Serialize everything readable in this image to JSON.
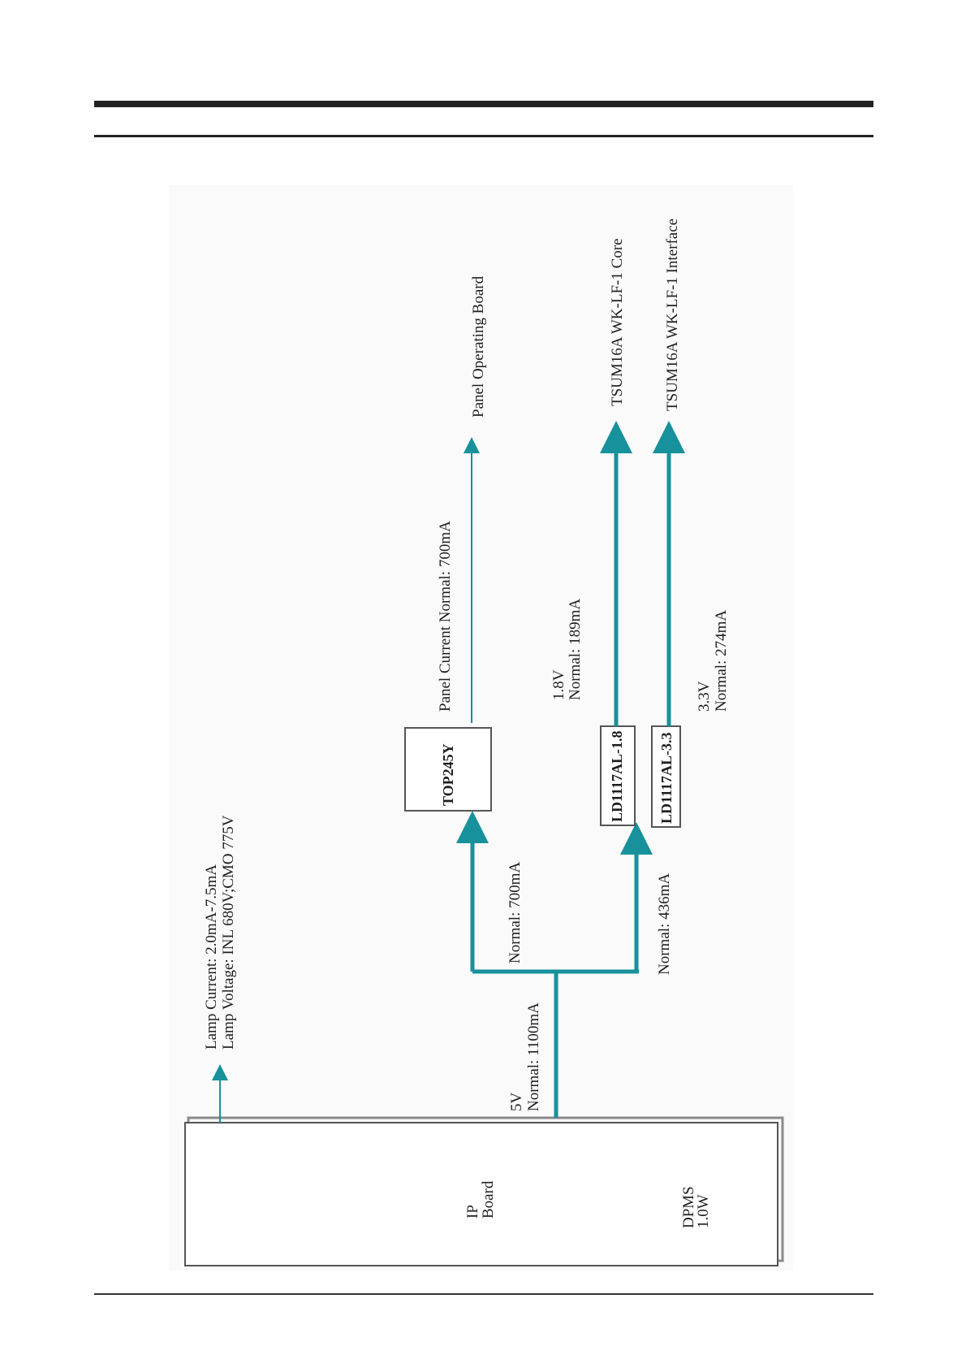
{
  "diagram": {
    "source_block": {
      "line1": "IP",
      "line2": "Board"
    },
    "standby_note": {
      "line1": "DPMS",
      "line2": "1.0W"
    },
    "lamp": {
      "current": "Lamp Current: 2.0mA-7.5mA",
      "voltage": "Lamp Voltage: INL 680V;CMO 775V"
    },
    "main_rail": {
      "voltage": "5V",
      "current": "Normal: 1100mA"
    },
    "branch_top": {
      "current": "Normal: 700mA"
    },
    "branch_bottom": {
      "current": "Normal: 436mA"
    },
    "top245y": {
      "label": "TOP245Y",
      "note": "Panel Current Normal: 700mA",
      "target": "Panel Operating Board"
    },
    "reg_18": {
      "label": "LD1117AL-1.8",
      "voltage": "1.8V",
      "current": "Normal: 189mA",
      "target": "TSUM16A WK-LF-1 Core"
    },
    "reg_33": {
      "label": "LD1117AL-3.3",
      "voltage": "3.3V",
      "current": "Normal: 274mA",
      "target": "TSUM16A WK-LF-1 Interface"
    },
    "colors": {
      "line": "#17919b",
      "border": "#555555",
      "text": "#1e1e1e"
    }
  }
}
